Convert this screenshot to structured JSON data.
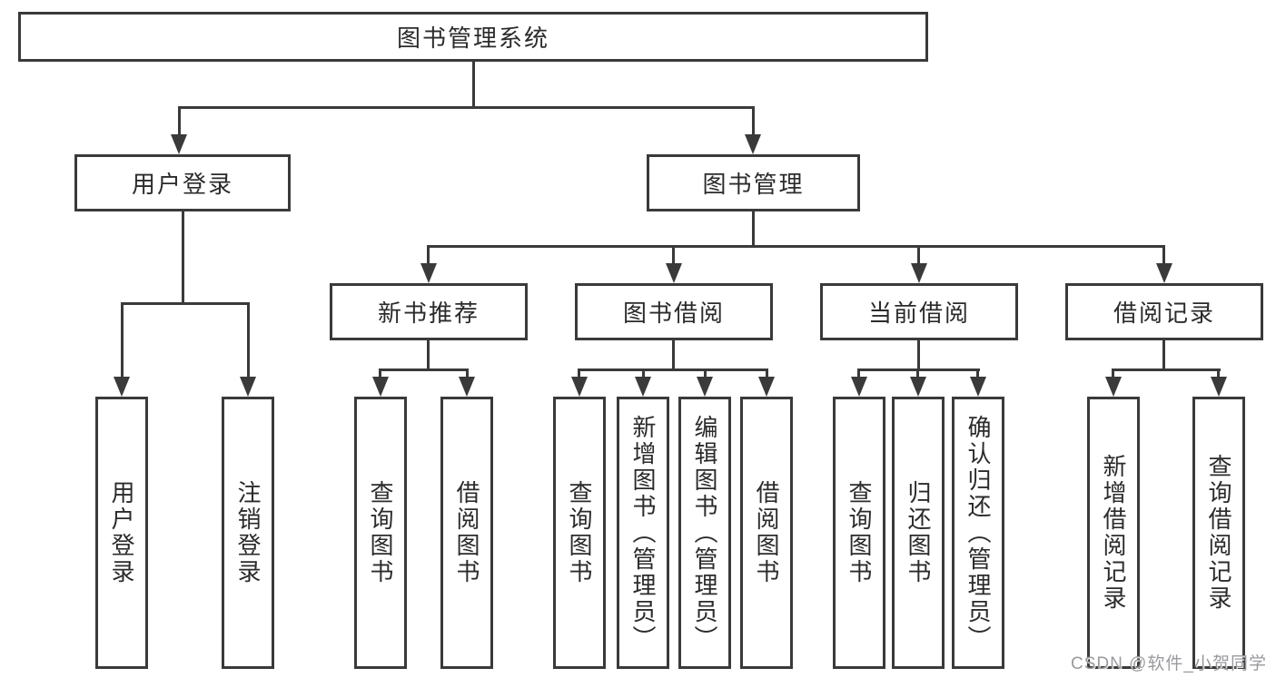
{
  "colors": {
    "line": "#3a3a3a",
    "text": "#2b2b2b",
    "watermark": "#9a9a9e",
    "background": "#ffffff"
  },
  "watermark": {
    "text": "CSDN @软件_小贺同学"
  },
  "nodes": {
    "root": {
      "label": "图书管理系统"
    },
    "level2": [
      {
        "label": "用户登录"
      },
      {
        "label": "图书管理"
      }
    ],
    "level3": [
      {
        "label": "新书推荐"
      },
      {
        "label": "图书借阅"
      },
      {
        "label": "当前借阅"
      },
      {
        "label": "借阅记录"
      }
    ],
    "leaves": {
      "login": [
        "用户登录",
        "注销登录"
      ],
      "recommend": [
        "查询图书",
        "借阅图书"
      ],
      "borrow": [
        "查询图书",
        "新增图书（管理员）",
        "编辑图书（管理员）",
        "借阅图书"
      ],
      "current": [
        "查询图书",
        "归还图书",
        "确认归还（管理员）"
      ],
      "records": [
        "新增借阅记录",
        "查询借阅记录"
      ]
    }
  }
}
